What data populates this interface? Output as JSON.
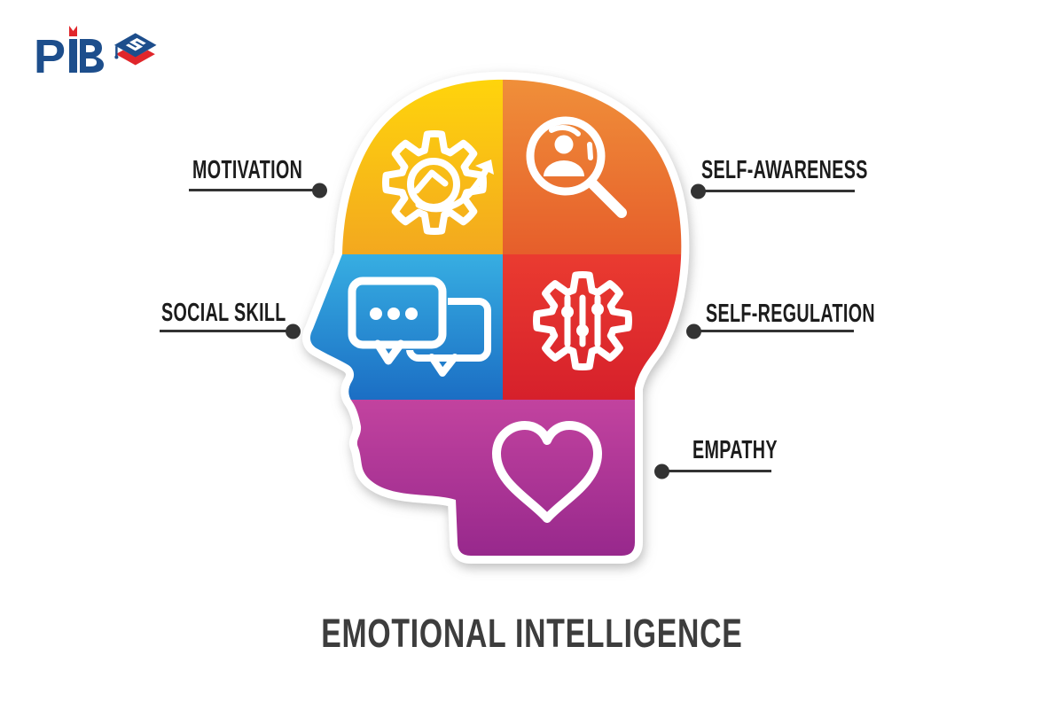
{
  "logo": {
    "text": "PB",
    "p": "P",
    "navy": "#1d4e8c",
    "red": "#e0262b",
    "icon": "graduation-cap-icon"
  },
  "title": "EMOTIONAL INTELLIGENCE",
  "head": {
    "shape": "human-head-profile",
    "segments": [
      {
        "label": "MOTIVATION",
        "position": "top-left",
        "icon": "gear-growth-arrow-icon",
        "color_top": "#FFD60B",
        "color_bottom": "#F3A81F"
      },
      {
        "label": "SELF-AWARENESS",
        "position": "top-right",
        "icon": "magnifier-person-icon",
        "color_top": "#F0913A",
        "color_bottom": "#E65E2B"
      },
      {
        "label": "SOCIAL SKILL",
        "position": "middle-left",
        "icon": "chat-bubbles-icon",
        "color_top": "#37AEE2",
        "color_bottom": "#1B6EC4"
      },
      {
        "label": "SELF-REGULATION",
        "position": "middle-right",
        "icon": "gear-sliders-icon",
        "color_top": "#EA3B30",
        "color_bottom": "#D6202B"
      },
      {
        "label": "EMPATHY",
        "position": "bottom",
        "icon": "heart-icon",
        "color_top": "#C2439F",
        "color_bottom": "#97288C"
      }
    ]
  },
  "connector_color": "#333333"
}
